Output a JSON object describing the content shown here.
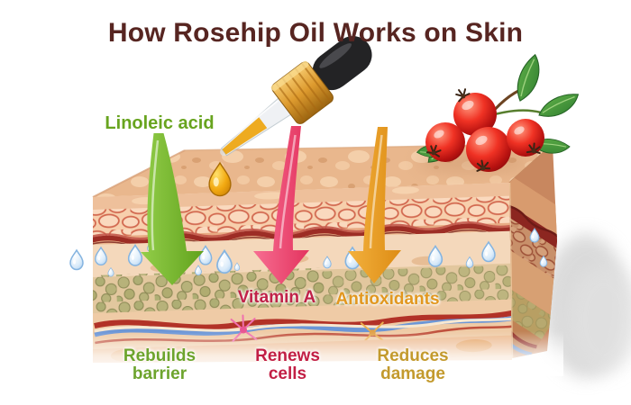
{
  "title": {
    "text": "How Rosehip Oil Works on Skin",
    "color": "#572521"
  },
  "ingredients": {
    "linoleic_acid": {
      "label": "Linoleic acid",
      "label_color": "#68a41f",
      "arrow_color": "#7cbe33",
      "effect_line1": "Rebuilds",
      "effect_line2": "barrier",
      "effect_color": "#6da42d"
    },
    "vitamin_a": {
      "label": "Vitamin A",
      "label_color": "#c02148",
      "arrow_color": "#ef476f",
      "effect_line1": "Renews",
      "effect_line2": "cells",
      "effect_color": "#c21f45"
    },
    "antioxidants": {
      "label": "Antioxidants",
      "label_color": "#e2971f",
      "arrow_color": "#eba22c",
      "effect_line1": "Reduces",
      "effect_line2": "damage",
      "effect_color": "#c39a2d"
    }
  },
  "illustration": {
    "dropper_icon": "oil-dropper",
    "oil_drop_icon": "falling-oil-drop",
    "berries_icon": "rosehip-berries-with-leaves",
    "skin_block_icon": "skin-cross-section-3d",
    "moisture_icon": "water-droplets",
    "background_color": "#ffffff"
  }
}
